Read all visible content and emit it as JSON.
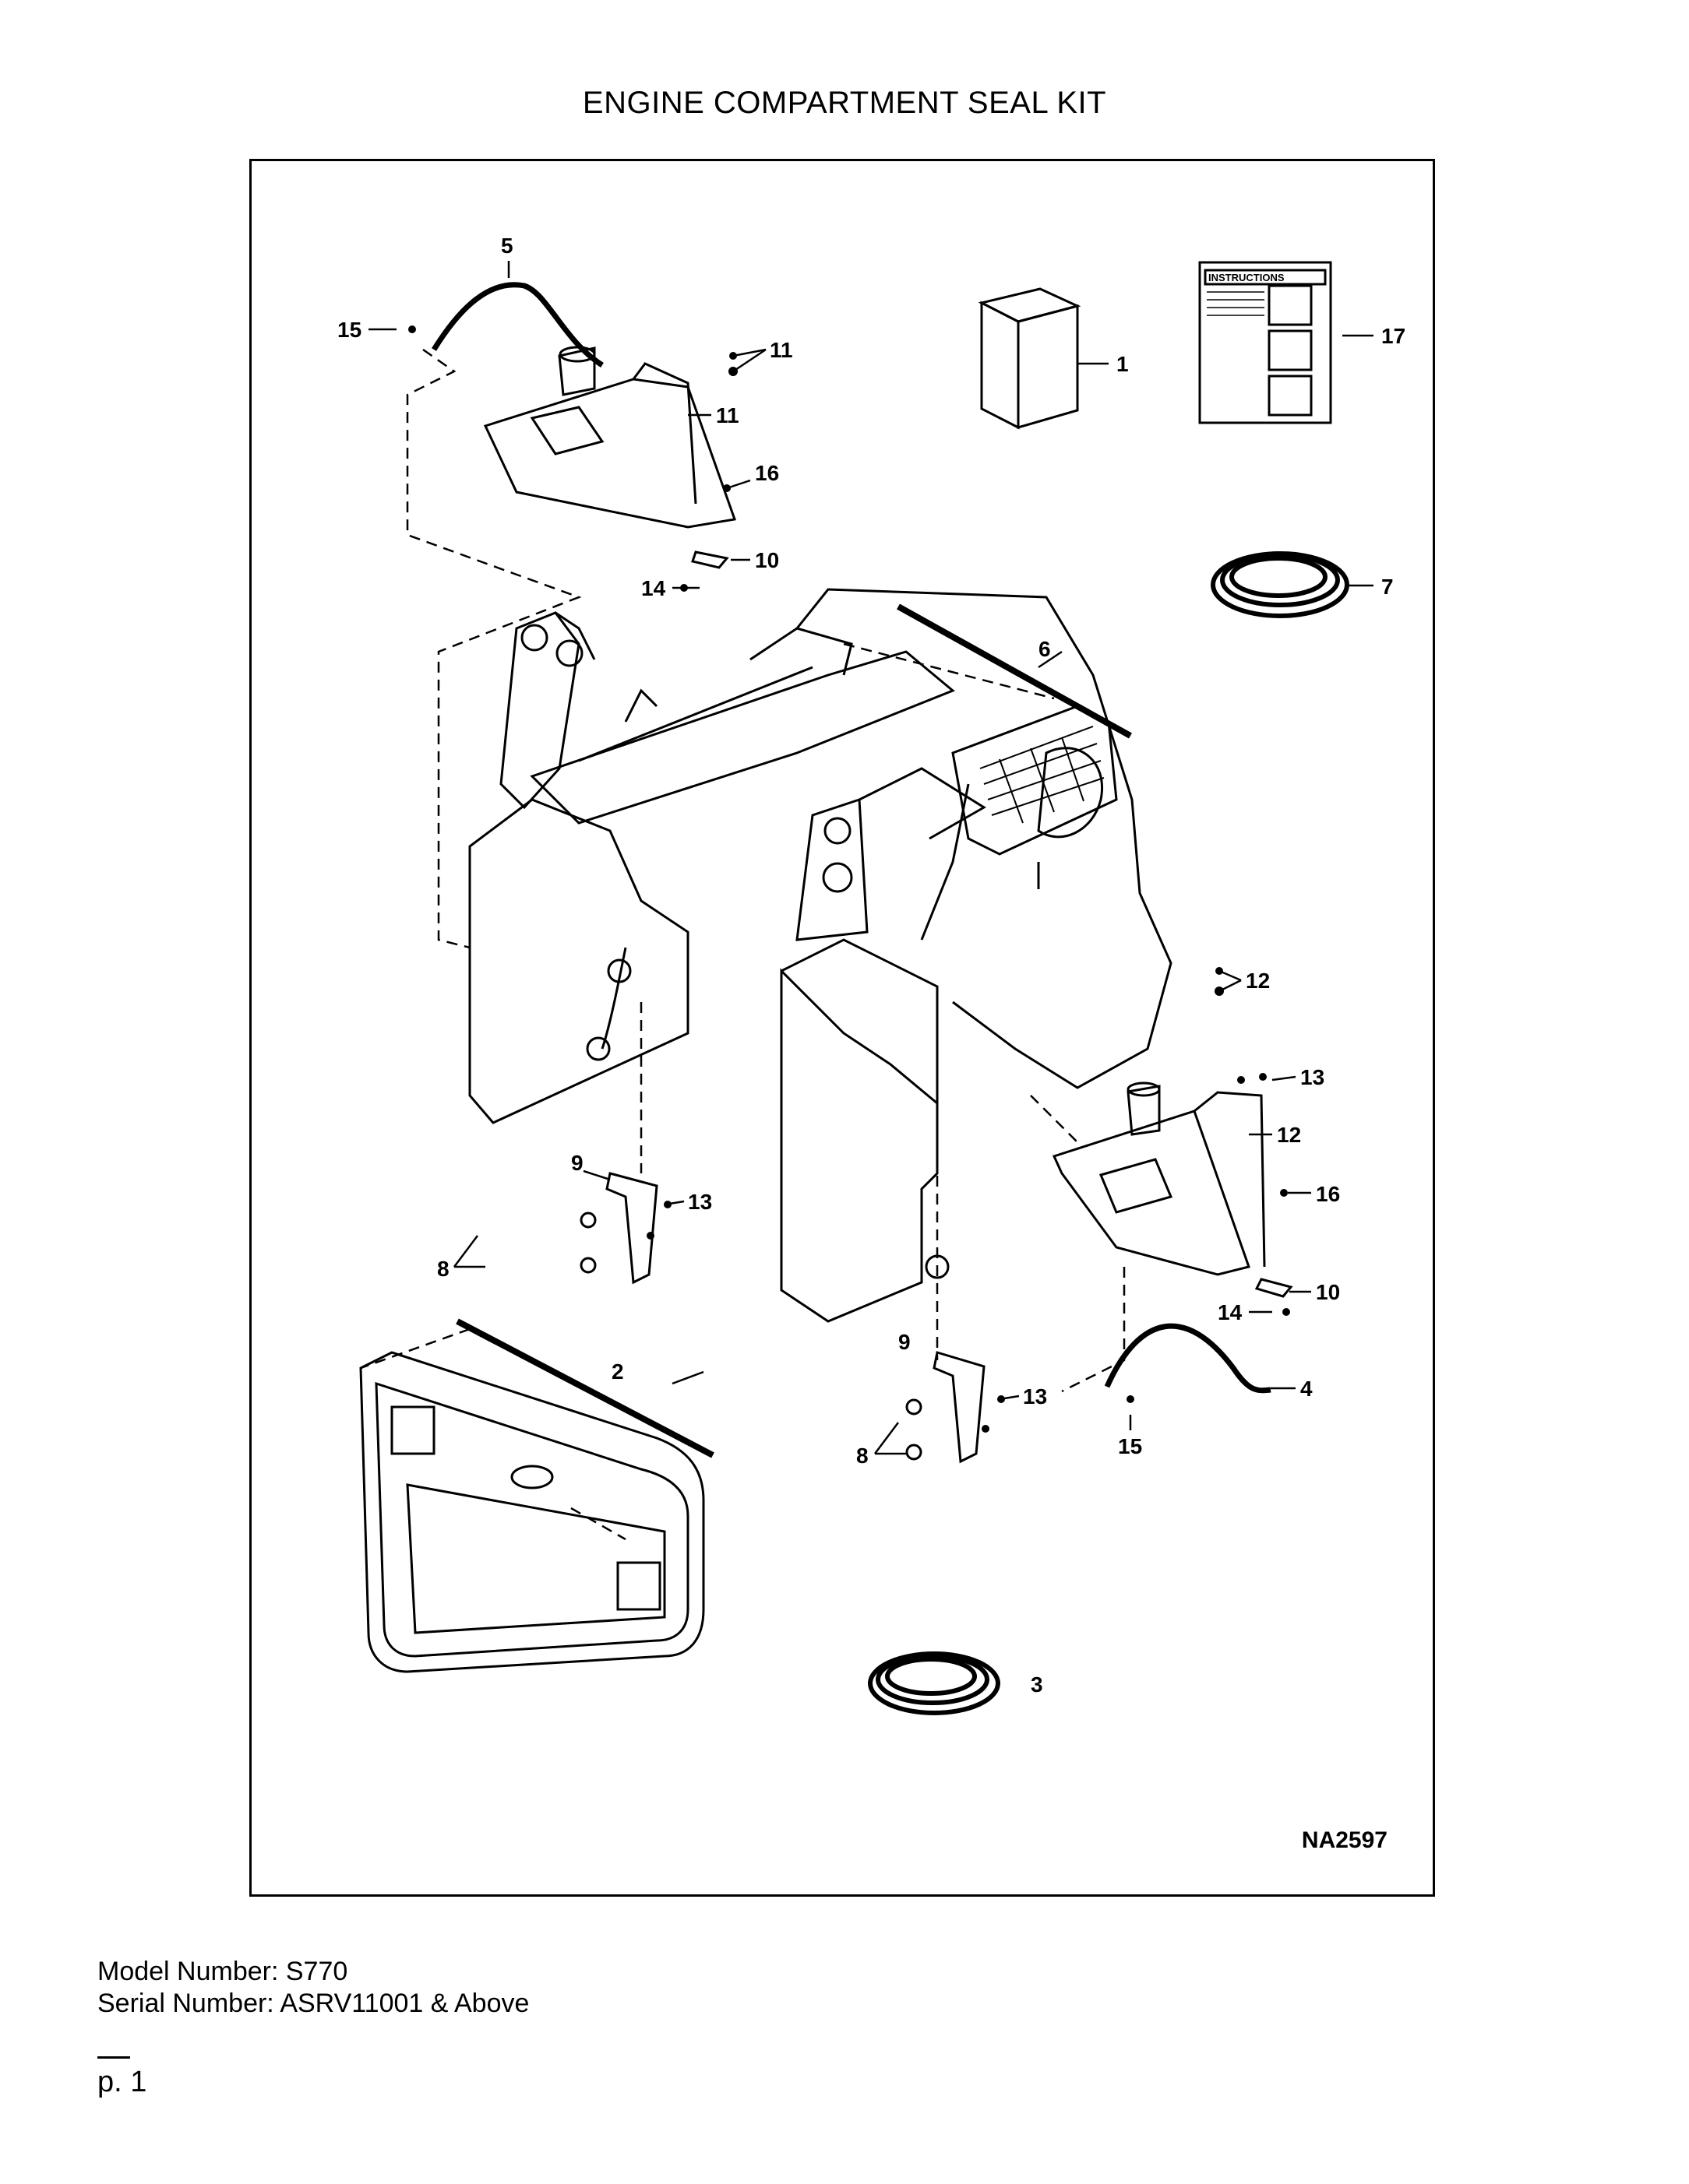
{
  "title": "ENGINE COMPARTMENT SEAL KIT",
  "drawing_code": "NA2597",
  "instructions_label": "INSTRUCTIONS",
  "callouts": [
    "1",
    "2",
    "3",
    "4",
    "5",
    "6",
    "7",
    "8",
    "9",
    "10",
    "11",
    "12",
    "13",
    "14",
    "15",
    "16",
    "17"
  ],
  "footer": {
    "model": "Model Number: S770",
    "serial": "Serial Number: ASRV11001 & Above"
  },
  "page": "p. 1"
}
